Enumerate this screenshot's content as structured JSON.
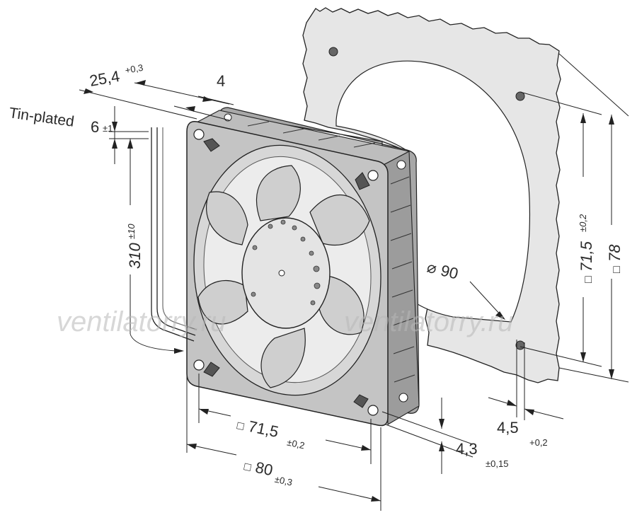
{
  "dimensions": {
    "depth": {
      "value": "25,4",
      "tol": "+0,3"
    },
    "flange": {
      "value": "4"
    },
    "lead_label": "Tin-plated",
    "strip": {
      "value": "6",
      "tol": "±1"
    },
    "lead": {
      "value": "310",
      "tol": "±10"
    },
    "hole_pitch_bottom": {
      "symbol": "□",
      "value": "71,5",
      "tol": "±0,2"
    },
    "frame_bottom": {
      "symbol": "□",
      "value": "80",
      "tol": "±0,3"
    },
    "cutout_diameter": {
      "symbol": "⌀",
      "value": "90"
    },
    "hole_pitch_side": {
      "symbol": "□",
      "value": "71,5",
      "tol": "±0,2"
    },
    "side_size": {
      "symbol": "□",
      "value": "78"
    },
    "hole_diameter": {
      "value": "4,5",
      "tol": "+0,2"
    },
    "mount_hole": {
      "value": "4,3",
      "tol": "±0,15"
    }
  },
  "watermark": {
    "left": "ventilatorry.ru",
    "right": "ventilatorry.ru"
  },
  "colors": {
    "frame_fill": "#c4c4c4",
    "frame_dark": "#8e8e8e",
    "blade_fill": "#cfcfcf",
    "hub_fill": "#e4e4e4",
    "panel_fill": "#e6e6e6",
    "cutout_fill": "#ffffff",
    "line": "#222222"
  }
}
